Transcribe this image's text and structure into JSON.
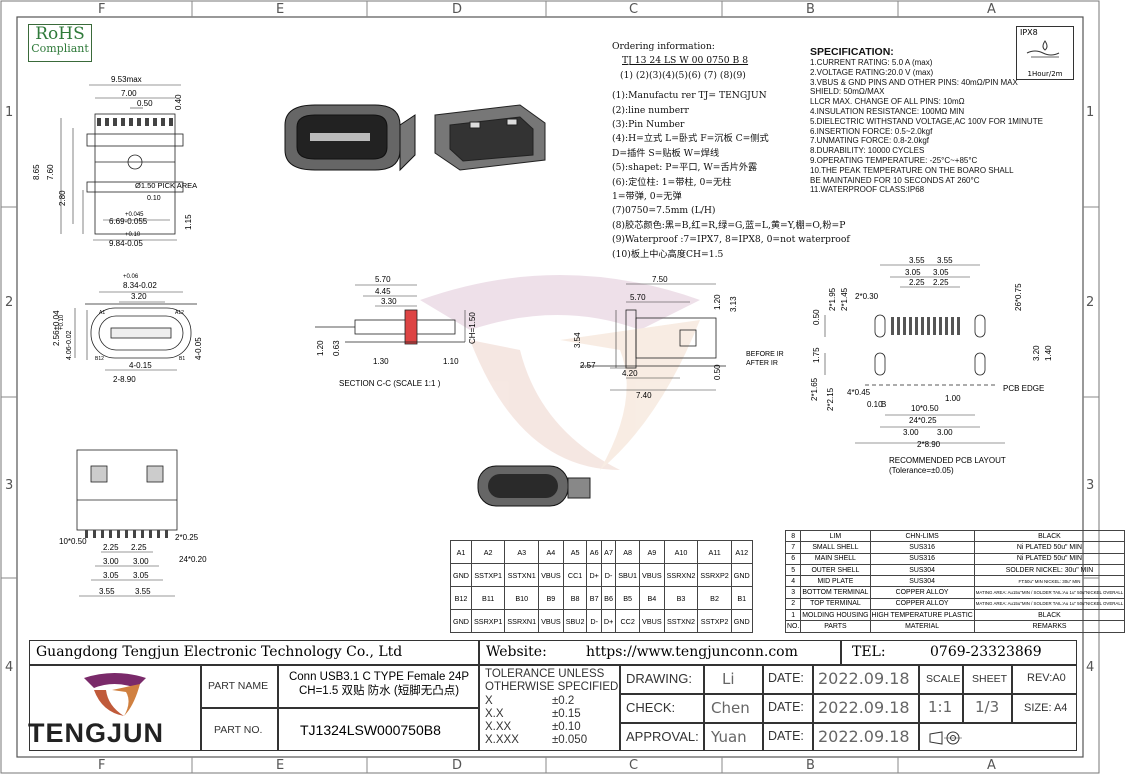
{
  "zones": {
    "top": [
      "F",
      "E",
      "D",
      "C",
      "B",
      "A"
    ],
    "bottom": [
      "F",
      "E",
      "D",
      "C",
      "B",
      "A"
    ],
    "side": [
      "1",
      "2",
      "3",
      "4"
    ]
  },
  "rohs": {
    "line1": "RoHS",
    "line2": "Compliant"
  },
  "ipx": {
    "title": "IPX8",
    "note": "1Hour/2m"
  },
  "ordering": {
    "title": "Ordering information:",
    "code": "TJ 13  24 LS W 00   0750  B  8",
    "index": "(1) (2)(3)(4)(5)(6)  (7)  (8)(9)",
    "lines": [
      "(1):Manufactu rer TJ= TENGJUN",
      "(2):line numberr",
      "(3):Pin Number",
      "(4):H=立式 L=卧式 F=沉板 C=侧式",
      "    D=插件 S=贴板 W=焊线",
      "(5):shapet: P=平口, W=舌片外露",
      "(6):定位柱: 1=带柱, 0=无柱",
      "         1=带弹, 0=无弹",
      "(7)0750=7.5mm (L/H)",
      "(8)胶芯颜色:黑=B,红=R,绿=G,蓝=L,黄=Y,棚=O,粉=P",
      "(9)Waterproof :7=IPX7, 8=IPX8, 0=not waterproof",
      "(10)板上中心高度CH=1.5"
    ]
  },
  "spec": {
    "title": "SPECIFICATION:",
    "lines": [
      "1.CURRENT RATING: 5.0 A  (max)",
      "2.VOLTAGE RATING:20.0 V  (max)",
      "3.VBUS & GND PINS AND OTHER PINS: 40mΩ/PIN MAX",
      "   SHIELD: 50mΩ/MAX",
      "   LLCR MAX. CHANGE OF ALL PINS: 10mΩ",
      "4.INSULATION RESISTANCE:  100MΩ MIN",
      "5.DIELECTRIC WITHSTAND VOLTAGE,AC 100V FOR 1MINUTE",
      "6.INSERTION FORCE: 0.5~2.0kgf",
      "7.UNMATING FORCE: 0.8-2.0kgf",
      "8.DURABILITY: 10000 CYCLES",
      "9.OPERATING TEMPERATURE: -25°C~+85°C",
      "10.THE PEAK TEMPERATURE ON THE BOARO SHALL",
      "    BE MAINTAINED FOR 10 SECONDS AT 260°C",
      "11.WATERPROOF CLASS:IP68"
    ]
  },
  "dims": {
    "top_view": [
      "9.53max",
      "7.00",
      "0.50",
      "0.40",
      "8.65",
      "7.60",
      "2.80",
      "1.15",
      "Ø1.50 PICK AREA",
      "0.10",
      "+0.045",
      "6.69-0.055",
      "+0.10",
      "9.84-0.05"
    ],
    "front_view": [
      "+0.06",
      "8.34-0.02",
      "3.20",
      "2.56±0.04",
      "+0.10",
      "4.06-0.02",
      "4-0.05",
      "4-0.15",
      "2-8.90",
      "A1",
      "A12",
      "B12",
      "B1"
    ],
    "section_view": [
      "5.70",
      "4.45",
      "3.30",
      "CH=1.50",
      "1.20",
      "0.63",
      "1.30",
      "1.10",
      "SECTION  C-C (SCALE 1:1 )"
    ],
    "side_view": [
      "7.50",
      "5.70",
      "1.20",
      "3.13",
      "3.54",
      "2.57",
      "0.50",
      "4.20",
      "7.40",
      "BEFORE IR",
      "AFTER IR"
    ],
    "bottom_view": [
      "10*0.50",
      "2*0.25",
      "24*0.20",
      "2.25",
      "2.25",
      "3.00",
      "3.00",
      "3.05",
      "3.05",
      "3.55",
      "3.55"
    ],
    "pcb_layout": [
      "3.55",
      "3.55",
      "3.05",
      "3.05",
      "2.25",
      "2.25",
      "2*0.30",
      "2*1.95",
      "2*1.45",
      "26*0.75",
      "0.50",
      "1.75",
      "3.20",
      "1.40",
      "2*1.65",
      "2*2.15",
      "4*0.45",
      "0.10",
      "B",
      "10*0.50",
      "1.00",
      "24*0.25",
      "3.00",
      "3.00",
      "2*8.90",
      "PCB EDGE",
      "RECOMMENDED PCB LAYOUT",
      "(Tolerance=±0.05)"
    ]
  },
  "pin_table": {
    "rows": [
      [
        "A1",
        "A2",
        "A3",
        "A4",
        "A5",
        "A6",
        "A7",
        "A8",
        "A9",
        "A10",
        "A11",
        "A12"
      ],
      [
        "GND",
        "SSTXP1",
        "SSTXN1",
        "VBUS",
        "CC1",
        "D+",
        "D-",
        "SBU1",
        "VBUS",
        "SSRXN2",
        "SSRXP2",
        "GND"
      ],
      [
        "B12",
        "B11",
        "B10",
        "B9",
        "B8",
        "B7",
        "B6",
        "B5",
        "B4",
        "B3",
        "B2",
        "B1"
      ],
      [
        "GND",
        "SSRXP1",
        "SSRXN1",
        "VBUS",
        "SBU2",
        "D-",
        "D+",
        "CC2",
        "VBUS",
        "SSTXN2",
        "SSTXP2",
        "GND"
      ]
    ]
  },
  "bom_table": {
    "rows": [
      [
        "8",
        "LIM",
        "CHN-LIMS",
        "BLACK"
      ],
      [
        "7",
        "SMALL SHELL",
        "SUS316",
        "Ni PLATED 50u\" MIN"
      ],
      [
        "6",
        "MAIN SHELL",
        "SUS316",
        "Ni PLATED 50u\" MIN"
      ],
      [
        "5",
        "OUTER SHELL",
        "SUS304",
        "SOLDER NICKEL: 30u\" MIN"
      ],
      [
        "4",
        "MID PLATE",
        "SUS304",
        "FT:50u\" MIN NICKEL: 30u\" MIN"
      ],
      [
        "3",
        "BOTTOM TERMINAL",
        "COPPER ALLOY",
        "MATING AREA: Au15u\"MIN / SOLDER TAIL:Au 1u\" 50u\"NICKEL OVERALL"
      ],
      [
        "2",
        "TOP TERMINAL",
        "COPPER ALLOY",
        "MATING AREA: Au15u\"MIN / SOLDER TAIL:Au 1u\" 50u\"NICKEL OVERALL"
      ],
      [
        "1",
        "MOLDING HOUSING",
        "HIGH TEMPERATURE PLASTIC",
        "BLACK"
      ]
    ],
    "header": [
      "NO.",
      "PARTS",
      "MATERIAL",
      "REMARKS"
    ]
  },
  "title_block": {
    "company": "Guangdong Tengjun Electronic Technology Co., Ltd",
    "website_label": "Website:",
    "website": "https://www.tengjunconn.com",
    "tel_label": "TEL:",
    "tel": "0769-23323869",
    "logo_text": "TENGJUN",
    "part_name_label": "PART NAME",
    "part_name": "Conn USB3.1 C TYPE  Female 24P CH=1.5 双贴 防水 (短脚无凸点)",
    "part_no_label": "PART NO.",
    "part_no": "TJ1324LSW000750B8",
    "tolerance_title": "TOLERANCE  UNLESS",
    "tolerance_title2": "OTHERWISE  SPECIFIED:",
    "tolerances": [
      [
        "X",
        "±0.2"
      ],
      [
        "X.X",
        "±0.15"
      ],
      [
        "X.XX",
        "±0.10"
      ],
      [
        "X.XXX",
        "±0.050"
      ]
    ],
    "drawing_label": "DRAWING:",
    "drawing_by": "Li",
    "check_label": "CHECK:",
    "check_by": "Chen",
    "approval_label": "APPROVAL:",
    "approval_by": "Yuan",
    "date_label": "DATE:",
    "date": "2022.09.18",
    "scale_label": "SCALE",
    "scale": "1:1",
    "sheet_label": "SHEET",
    "sheet": "1/3",
    "rev": "REV:A0",
    "size": "SIZE: A4"
  }
}
